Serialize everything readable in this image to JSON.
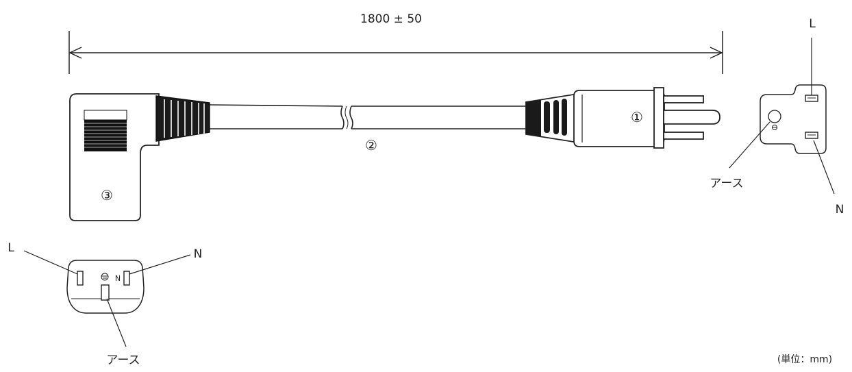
{
  "dimension": {
    "text": "1800 ± 50"
  },
  "labels": {
    "plug_part": "①",
    "cord_part": "②",
    "connector_part": "③",
    "plug_face_l": "L",
    "plug_face_n": "N",
    "plug_face_earth": "アース",
    "connector_face_l": "L",
    "connector_face_n": "N",
    "connector_face_inner_n": "N",
    "connector_face_earth": "アース"
  },
  "unit_note": "(単位：mm)"
}
